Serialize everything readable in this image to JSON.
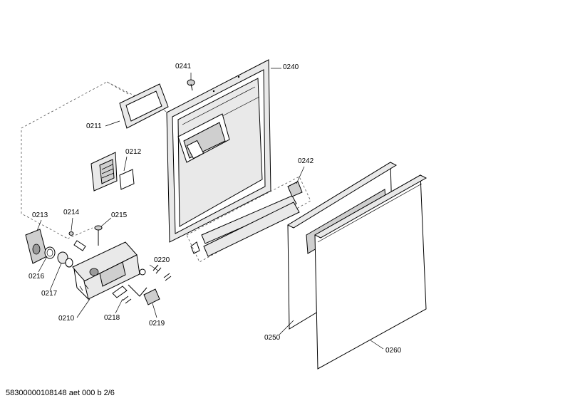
{
  "diagram": {
    "part_labels": [
      {
        "id": "p0241",
        "text": "0241"
      },
      {
        "id": "p0240",
        "text": "0240"
      },
      {
        "id": "p0211",
        "text": "0211"
      },
      {
        "id": "p0212",
        "text": "0212"
      },
      {
        "id": "p0242",
        "text": "0242"
      },
      {
        "id": "p0213",
        "text": "0213"
      },
      {
        "id": "p0214",
        "text": "0214"
      },
      {
        "id": "p0215",
        "text": "0215"
      },
      {
        "id": "p0216",
        "text": "0216"
      },
      {
        "id": "p0217",
        "text": "0217"
      },
      {
        "id": "p0220",
        "text": "0220"
      },
      {
        "id": "p0210",
        "text": "0210"
      },
      {
        "id": "p0218",
        "text": "0218"
      },
      {
        "id": "p0219",
        "text": "0219"
      },
      {
        "id": "p0250",
        "text": "0250"
      },
      {
        "id": "p0260",
        "text": "0260"
      }
    ],
    "footer_text": "58300000108148 aet 000 b 2/6"
  }
}
